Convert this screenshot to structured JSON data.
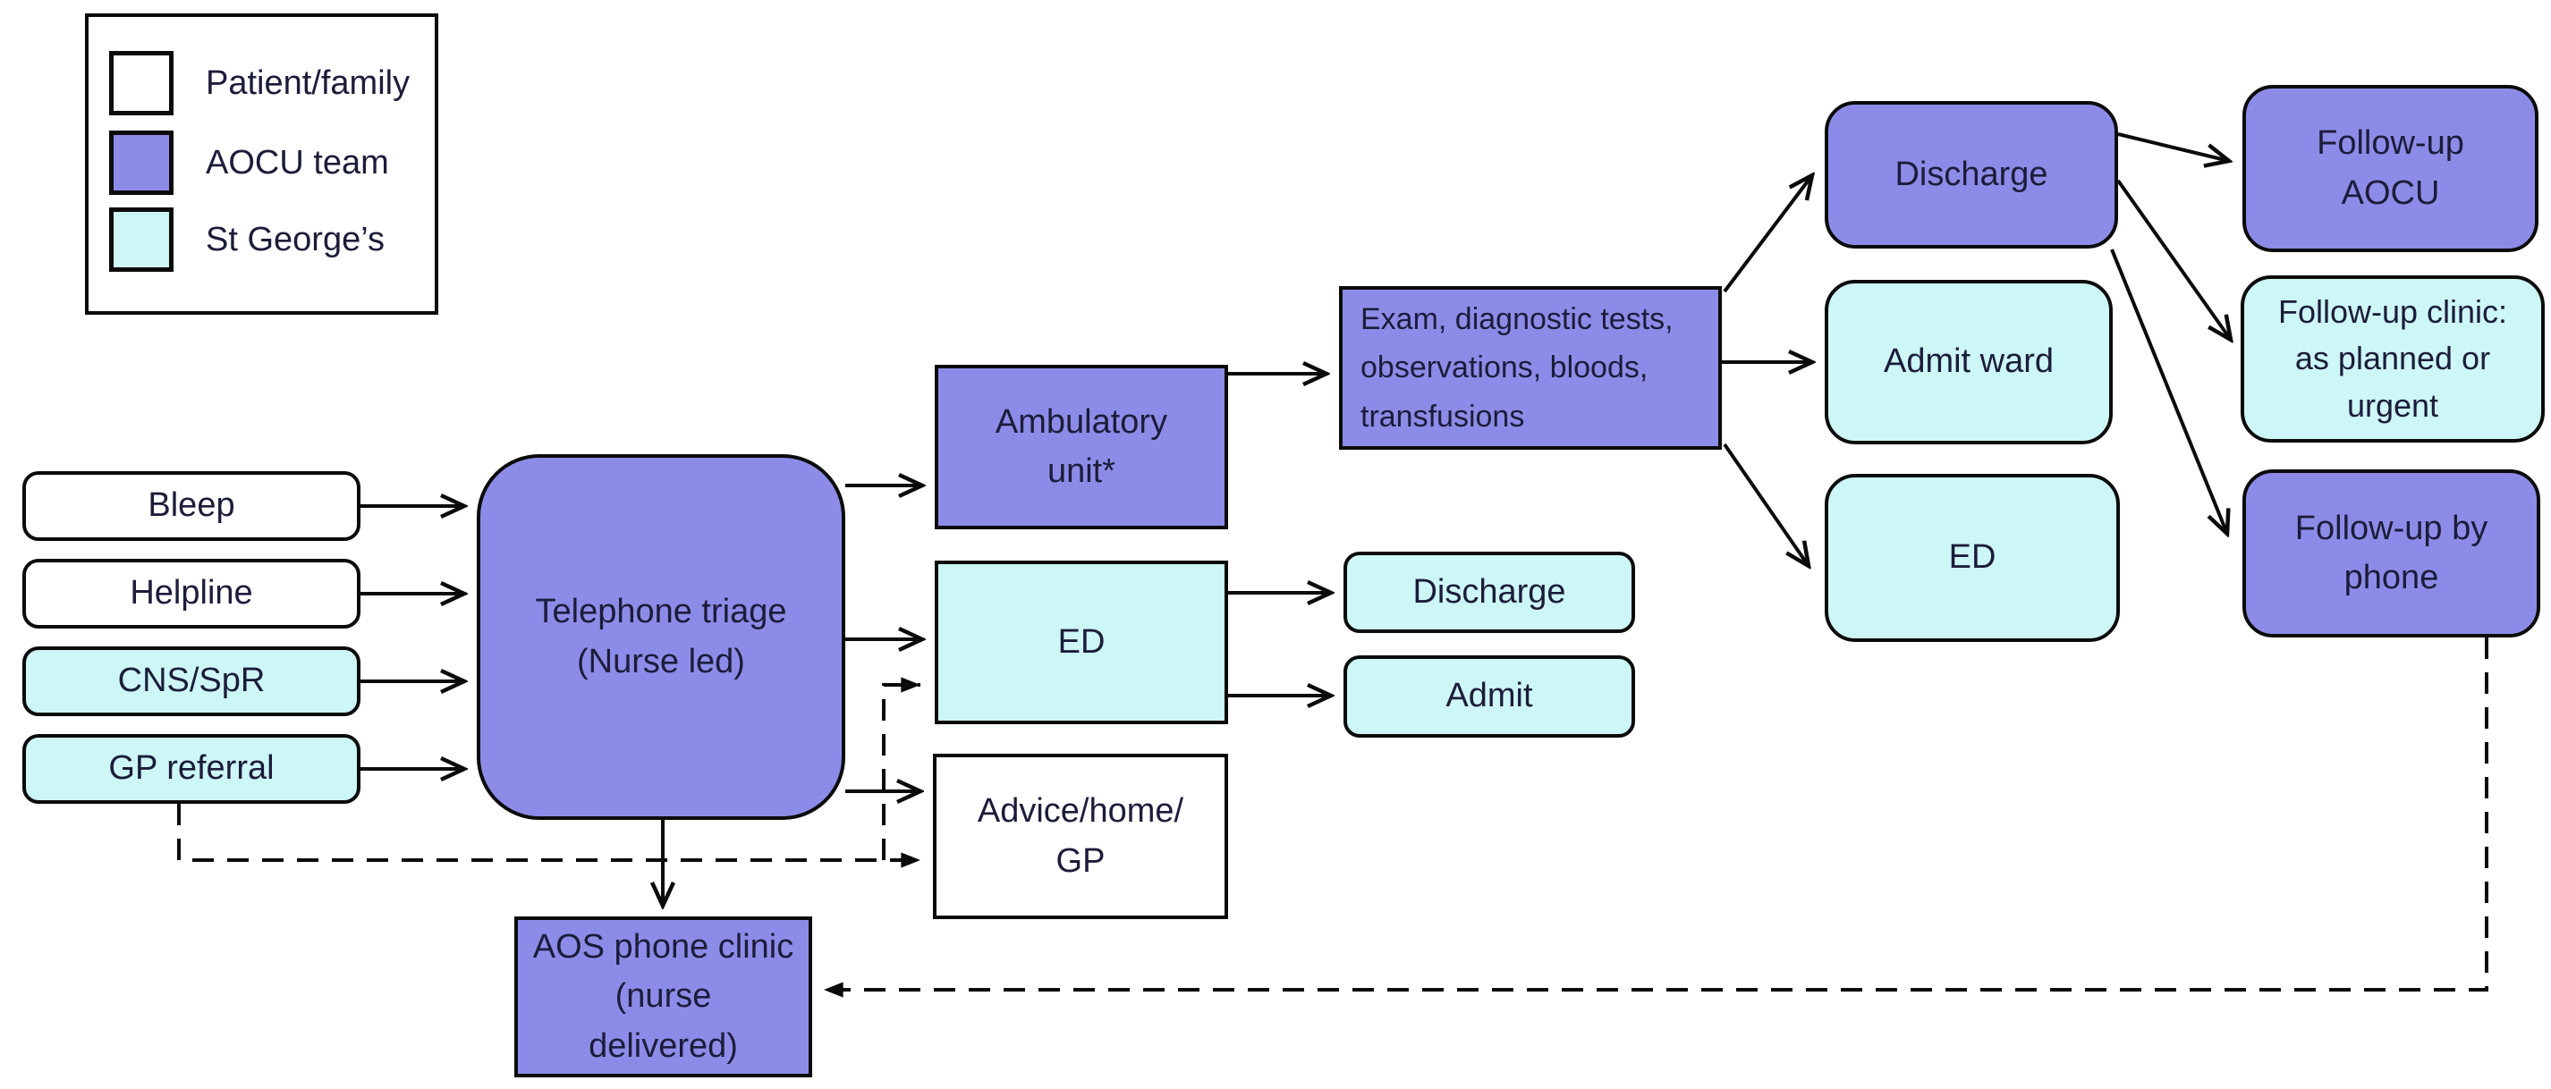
{
  "colors": {
    "patient_family": "#ffffff",
    "aocu_team": "#8c8ce8",
    "st_georges": "#cdf6f6",
    "border": "#0b0b0b",
    "text": "#1c1c3a"
  },
  "legend": {
    "items": [
      {
        "key": "patient_family",
        "label": "Patient/family"
      },
      {
        "key": "aocu_team",
        "label": "AOCU team"
      },
      {
        "key": "st_georges",
        "label": "St George’s"
      }
    ]
  },
  "nodes": {
    "bleep": {
      "label": "Bleep"
    },
    "helpline": {
      "label": "Helpline"
    },
    "cns_spr": {
      "label": "CNS/SpR"
    },
    "gp_referral": {
      "label": "GP referral"
    },
    "triage": {
      "label": "Telephone triage\n(Nurse led)"
    },
    "ambulatory_unit": {
      "label": "Ambulatory\nunit*"
    },
    "exam": {
      "label": "Exam, diagnostic tests,\nobservations, bloods,\ntransfusions"
    },
    "ed": {
      "label": "ED"
    },
    "advice_home_gp": {
      "label": "Advice/home/\nGP"
    },
    "aos_phone_clinic": {
      "label": "AOS phone clinic\n(nurse\ndelivered)"
    },
    "discharge_ed": {
      "label": "Discharge"
    },
    "admit_ed": {
      "label": "Admit"
    },
    "discharge": {
      "label": "Discharge"
    },
    "admit_ward": {
      "label": "Admit ward"
    },
    "ed_st_georges": {
      "label": "ED"
    },
    "followup_aocu": {
      "label": "Follow-up\nAOCU"
    },
    "followup_clinic": {
      "label": "Follow-up clinic:\nas planned or\nurgent"
    },
    "followup_phone": {
      "label": "Follow-up by\nphone"
    }
  },
  "connections": [
    {
      "from": "bleep",
      "to": "triage",
      "style": "solid"
    },
    {
      "from": "helpline",
      "to": "triage",
      "style": "solid"
    },
    {
      "from": "cns_spr",
      "to": "triage",
      "style": "solid"
    },
    {
      "from": "gp_referral",
      "to": "triage",
      "style": "solid"
    },
    {
      "from": "triage",
      "to": "ambulatory_unit",
      "style": "solid"
    },
    {
      "from": "triage",
      "to": "ed",
      "style": "solid"
    },
    {
      "from": "triage",
      "to": "advice_home_gp",
      "style": "solid"
    },
    {
      "from": "triage",
      "to": "aos_phone_clinic",
      "style": "solid"
    },
    {
      "from": "ambulatory_unit",
      "to": "exam",
      "style": "solid"
    },
    {
      "from": "exam",
      "to": "discharge",
      "style": "solid"
    },
    {
      "from": "exam",
      "to": "admit_ward",
      "style": "solid"
    },
    {
      "from": "exam",
      "to": "ed_st_georges",
      "style": "solid"
    },
    {
      "from": "ed",
      "to": "discharge_ed",
      "style": "solid"
    },
    {
      "from": "ed",
      "to": "admit_ed",
      "style": "solid"
    },
    {
      "from": "discharge",
      "to": "followup_aocu",
      "style": "solid"
    },
    {
      "from": "discharge",
      "to": "followup_clinic",
      "style": "solid"
    },
    {
      "from": "discharge",
      "to": "followup_phone",
      "style": "solid"
    },
    {
      "from": "gp_referral",
      "to": "ed",
      "style": "dashed"
    },
    {
      "from": "gp_referral",
      "to": "advice_home_gp",
      "style": "dashed"
    },
    {
      "from": "followup_phone",
      "to": "aos_phone_clinic",
      "style": "dashed"
    }
  ]
}
